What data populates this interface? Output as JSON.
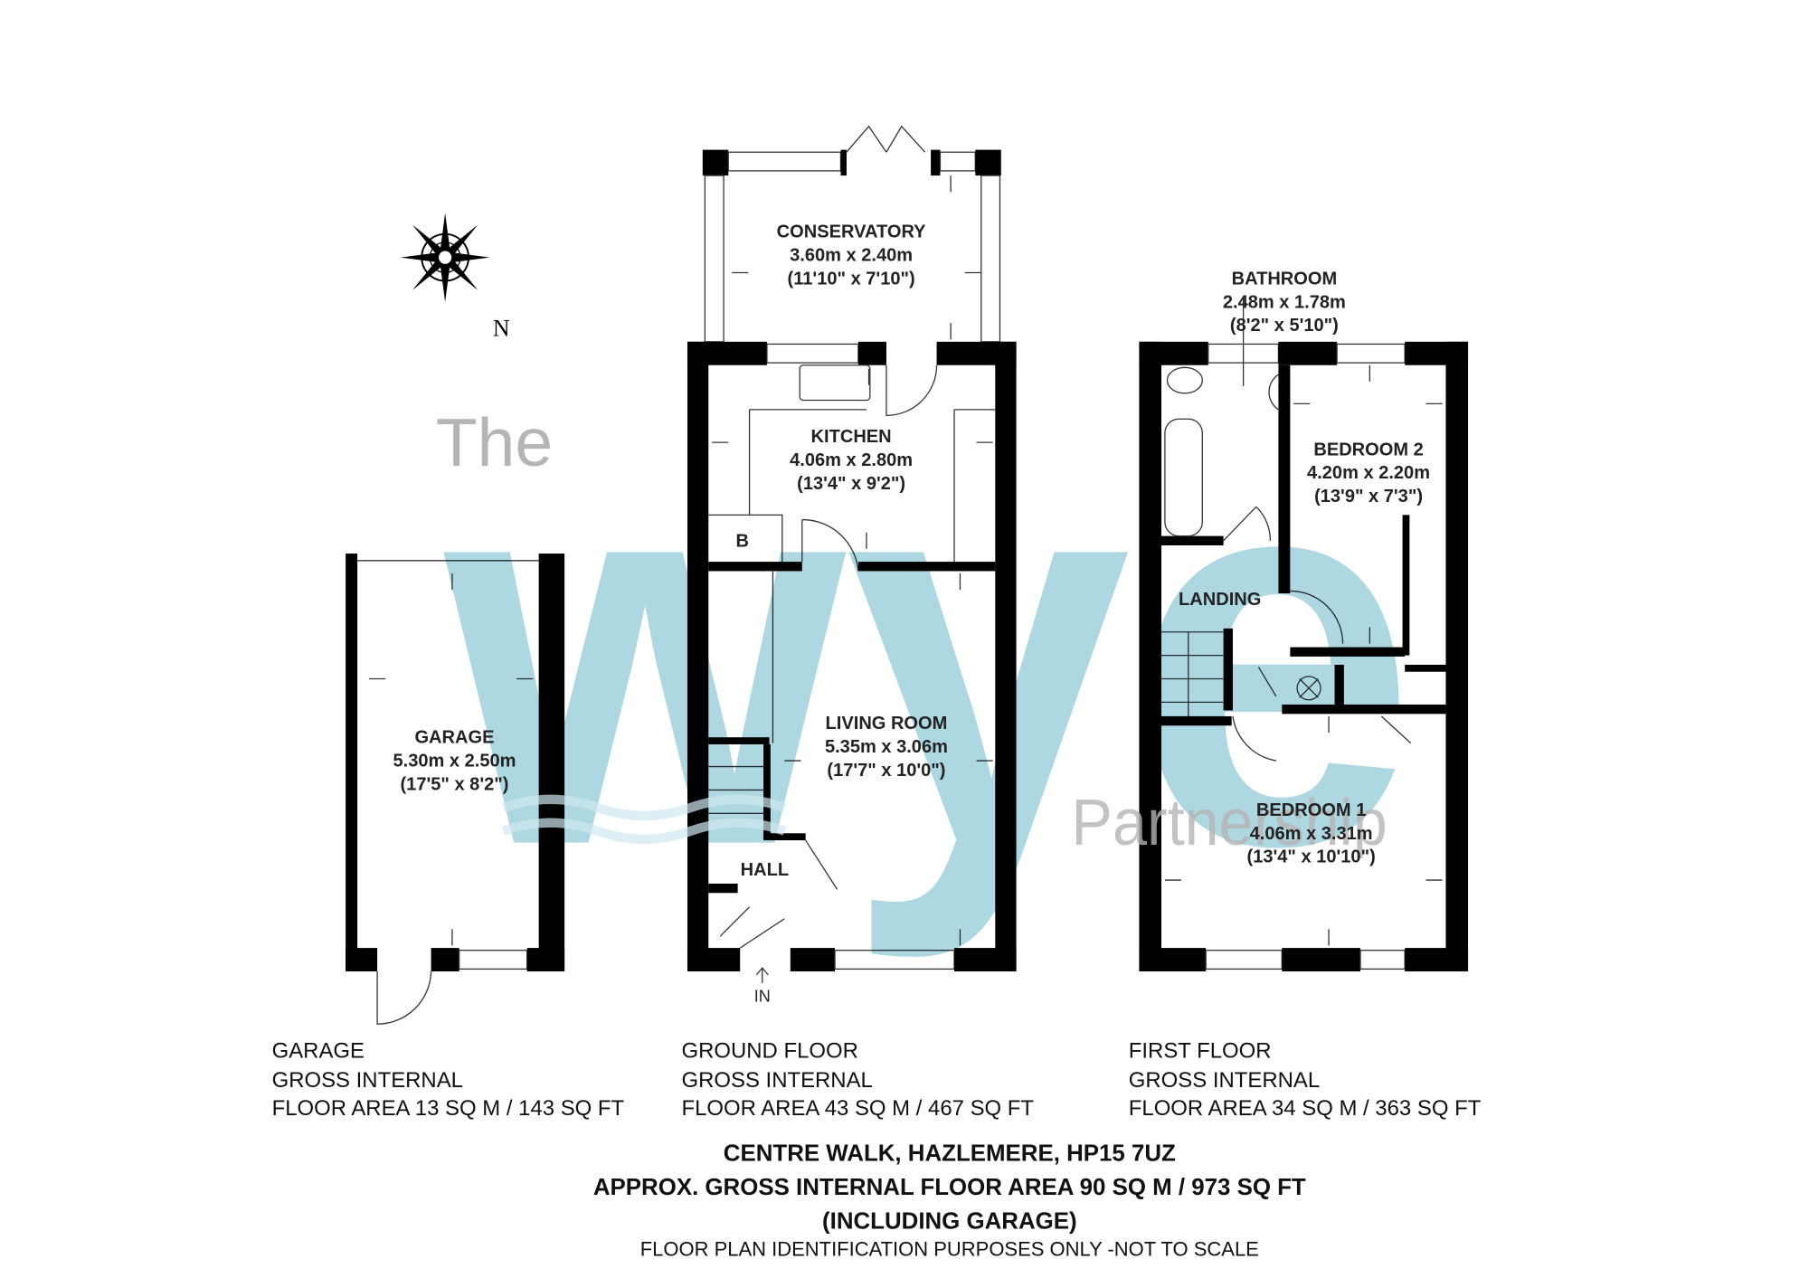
{
  "watermark": {
    "pre": "The",
    "logo": "wye",
    "post": "Partnership",
    "color": "#9fd0dc"
  },
  "compass": {
    "north_label": "N"
  },
  "rooms": {
    "conservatory": {
      "name": "CONSERVATORY",
      "metric": "3.60m x 2.40m",
      "imperial": "(11'10\" x 7'10\")"
    },
    "kitchen": {
      "name": "KITCHEN",
      "metric": "4.06m x 2.80m",
      "imperial": "(13'4\" x 9'2\")"
    },
    "boiler": {
      "name": "B"
    },
    "living_room": {
      "name": "LIVING ROOM",
      "metric": "5.35m x 3.06m",
      "imperial": "(17'7\" x 10'0\")"
    },
    "hall": {
      "name": "HALL"
    },
    "entrance": {
      "name": "IN"
    },
    "garage": {
      "name": "GARAGE",
      "metric": "5.30m x 2.50m",
      "imperial": "(17'5\" x 8'2\")"
    },
    "bathroom": {
      "name": "BATHROOM",
      "metric": "2.48m x 1.78m",
      "imperial": "(8'2\" x 5'10\")"
    },
    "bedroom2": {
      "name": "BEDROOM 2",
      "metric": "4.20m x 2.20m",
      "imperial": "(13'9\" x 7'3\")"
    },
    "landing": {
      "name": "LANDING"
    },
    "bedroom1": {
      "name": "BEDROOM 1",
      "metric": "4.06m x 3.31m",
      "imperial": "(13'4\" x 10'10\")"
    }
  },
  "floors": [
    {
      "line1": "GARAGE",
      "line2": "GROSS INTERNAL",
      "line3": "FLOOR AREA 13 SQ M / 143 SQ FT"
    },
    {
      "line1": "GROUND FLOOR",
      "line2": "GROSS INTERNAL",
      "line3": "FLOOR AREA 43 SQ M / 467 SQ FT"
    },
    {
      "line1": "FIRST FLOOR",
      "line2": "GROSS INTERNAL",
      "line3": "FLOOR AREA 34 SQ M / 363 SQ FT"
    }
  ],
  "footer": {
    "address": "CENTRE WALK, HAZLEMERE, HP15 7UZ",
    "total": "APPROX. GROSS INTERNAL FLOOR AREA 90 SQ M / 973 SQ FT",
    "including": "(INCLUDING GARAGE)",
    "note": "FLOOR PLAN IDENTIFICATION PURPOSES ONLY -NOT TO SCALE"
  }
}
